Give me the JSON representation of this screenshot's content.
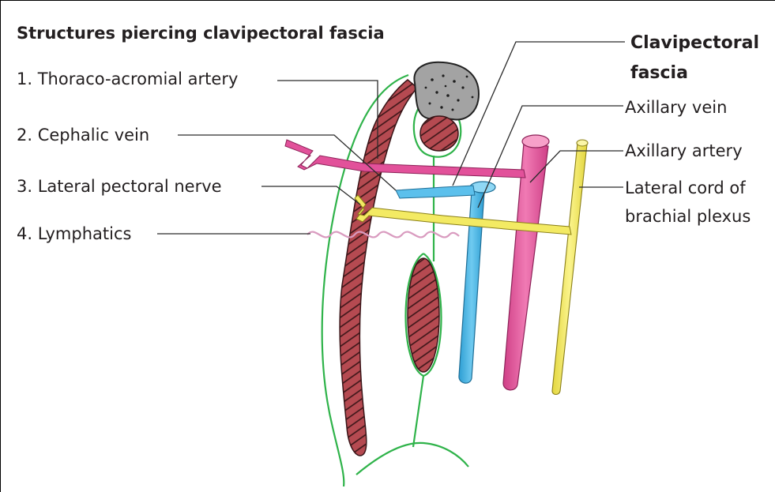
{
  "title": "Structures piercing clavipectoral fascia",
  "left_labels": [
    "1. Thoraco-acromial artery",
    "2. Cephalic vein",
    "3. Lateral pectoral nerve",
    "4. Lymphatics"
  ],
  "right_labels": {
    "clavipectoral_line1": "Clavipectoral",
    "clavipectoral_line2": "fascia",
    "axillary_vein": "Axillary vein",
    "axillary_artery": "Axillary artery",
    "lateral_cord_line1": "Lateral cord of",
    "lateral_cord_line2": "brachial plexus"
  },
  "colors": {
    "fascia": "#2fb34a",
    "artery": "#e2519a",
    "vein": "#45b4e6",
    "nerve": "#f3ea63",
    "muscle": "#b54a51",
    "lymphatics": "#d99bbf",
    "bone": "#9e9e9e"
  }
}
